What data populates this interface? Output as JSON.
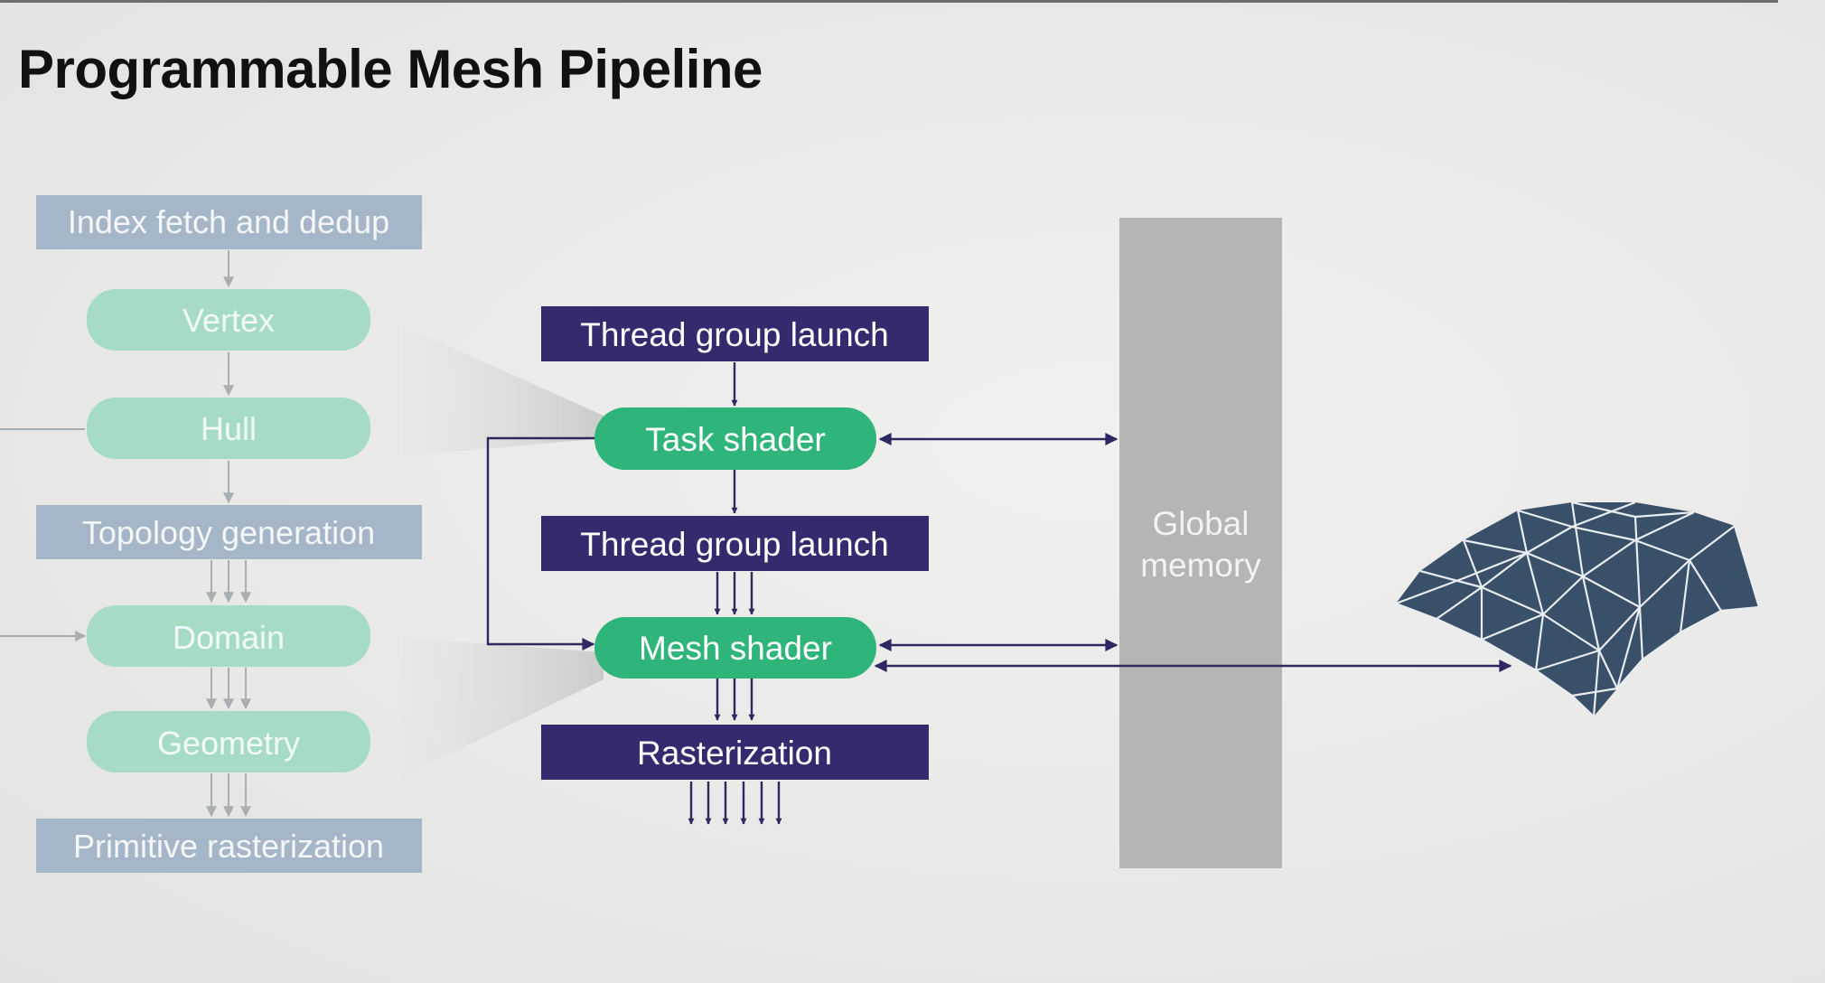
{
  "title": "Programmable Mesh Pipeline",
  "colors": {
    "legacy_stage_box": "#a4b6c8",
    "legacy_shader_pill": "#a6dcc3",
    "new_stage_box": "#342b6e",
    "new_shader_pill": "#2fb57a",
    "global_memory": "#b5b5b3",
    "mesh_object": "#3a5069",
    "arrow_dark": "#2e2862",
    "arrow_light": "#a9aeb0"
  },
  "legacy_pipeline": {
    "stages": [
      {
        "label": "Index fetch and dedup",
        "kind": "fixed-function"
      },
      {
        "label": "Vertex",
        "kind": "shader"
      },
      {
        "label": "Hull",
        "kind": "shader"
      },
      {
        "label": "Topology generation",
        "kind": "fixed-function"
      },
      {
        "label": "Domain",
        "kind": "shader"
      },
      {
        "label": "Geometry",
        "kind": "shader"
      },
      {
        "label": "Primitive rasterization",
        "kind": "fixed-function"
      }
    ]
  },
  "mesh_pipeline": {
    "stages": [
      {
        "label": "Thread group launch",
        "kind": "fixed-function"
      },
      {
        "label": "Task shader",
        "kind": "shader"
      },
      {
        "label": "Thread group launch",
        "kind": "fixed-function"
      },
      {
        "label": "Mesh shader",
        "kind": "shader"
      },
      {
        "label": "Rasterization",
        "kind": "fixed-function"
      }
    ]
  },
  "global_memory": {
    "label_line1": "Global",
    "label_line2": "memory"
  },
  "mesh_object": {
    "icon": "triangle-mesh-icon"
  }
}
